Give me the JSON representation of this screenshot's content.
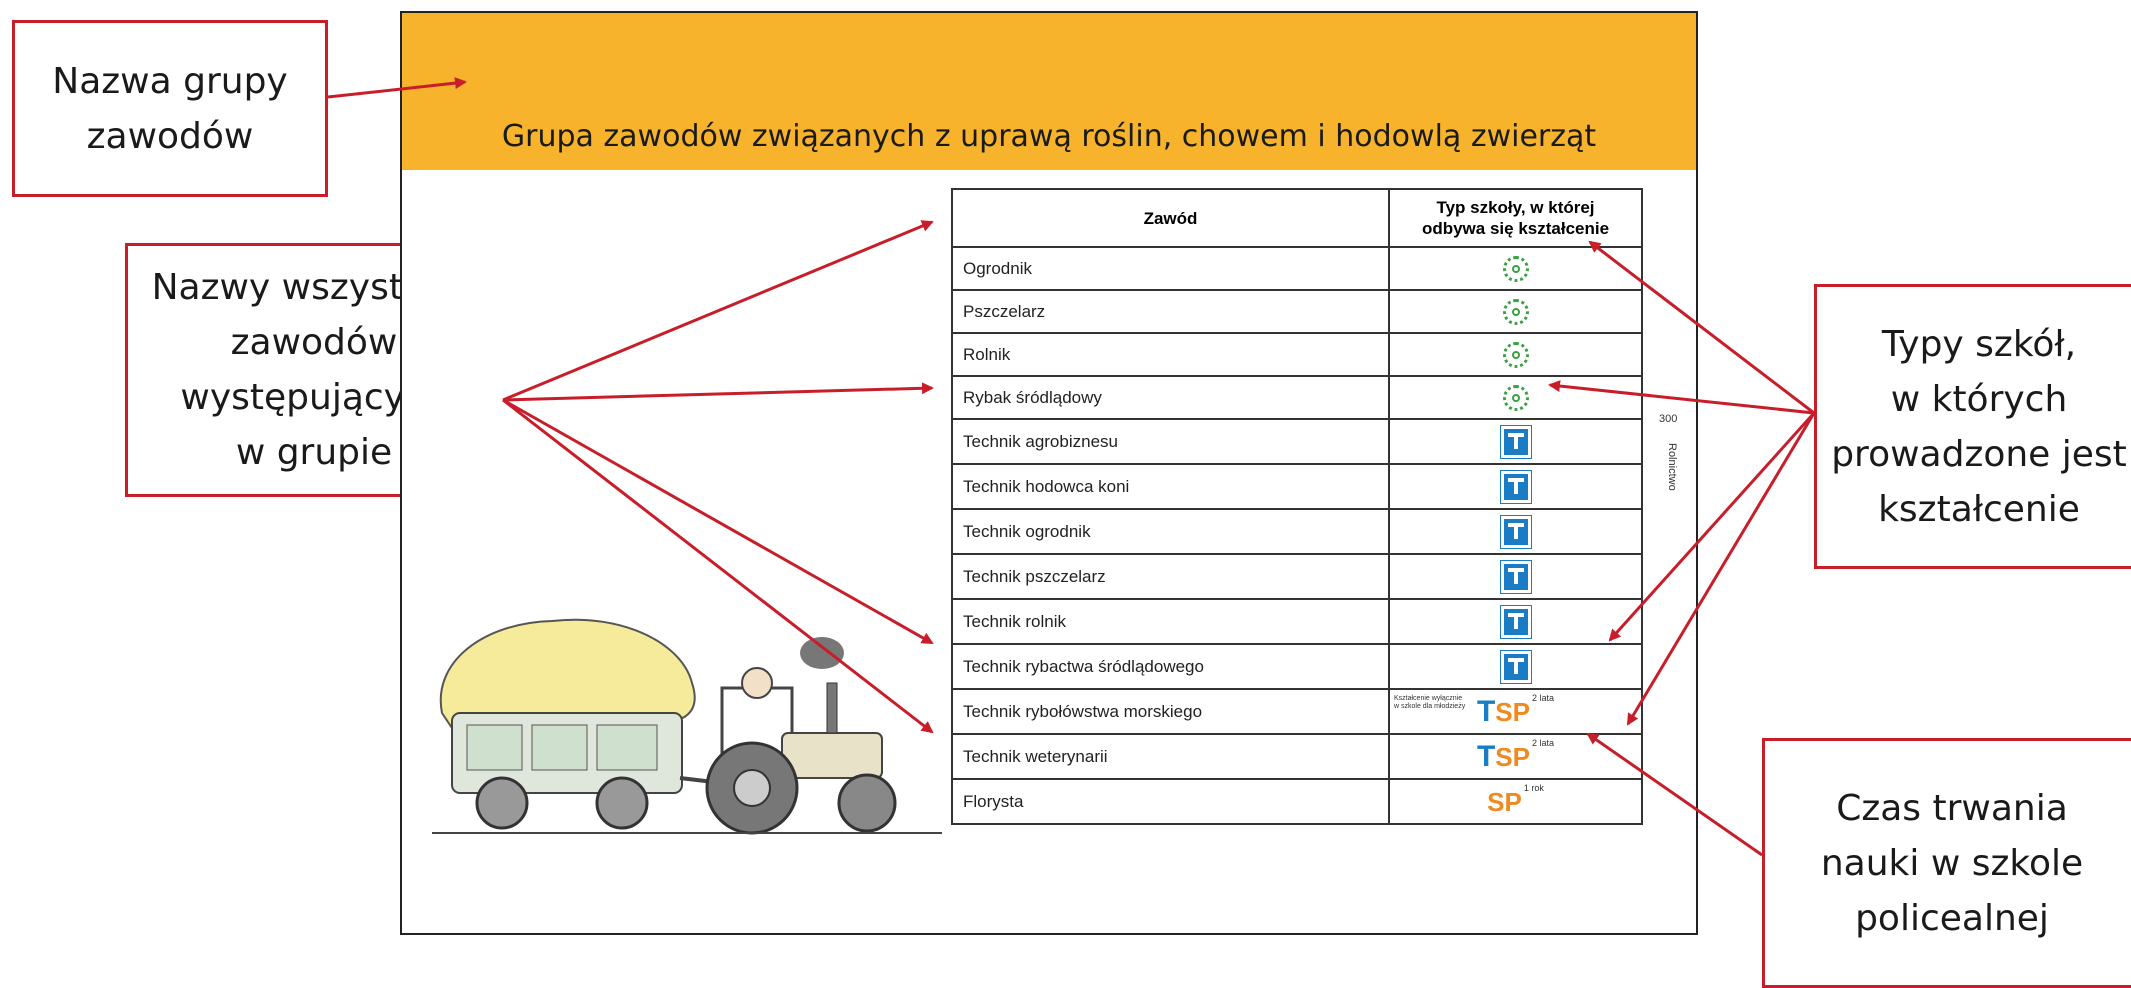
{
  "callouts": {
    "group_name": [
      "Nazwa grupy",
      "zawodów"
    ],
    "all_professions": [
      "Nazwy wszystkich",
      "zawodów",
      "występujących",
      "w grupie"
    ],
    "school_types": [
      "Typy szkół,",
      "w których",
      "prowadzone jest",
      "kształcenie"
    ],
    "duration": [
      "Czas trwania",
      "nauki w szkole",
      "policealnej"
    ]
  },
  "banner": {
    "title": "Grupa zawodów związanych z uprawą roślin, chowem i hodowlą zwierząt",
    "color": "#f7b32b"
  },
  "table": {
    "header_profession": "Zawód",
    "header_school_type": [
      "Typ szkoły, w której",
      "odbywa się kształcenie"
    ],
    "rows": [
      {
        "name": "Ogrodnik",
        "type": "gear-icon"
      },
      {
        "name": "Pszczelarz",
        "type": "gear-icon"
      },
      {
        "name": "Rolnik",
        "type": "gear-icon"
      },
      {
        "name": "Rybak śródlądowy",
        "type": "gear-icon"
      },
      {
        "name": "Technik agrobiznesu",
        "type": "technikum-icon"
      },
      {
        "name": "Technik hodowca koni",
        "type": "technikum-icon"
      },
      {
        "name": "Technik ogrodnik",
        "type": "technikum-icon"
      },
      {
        "name": "Technik pszczelarz",
        "type": "technikum-icon"
      },
      {
        "name": "Technik rolnik",
        "type": "technikum-icon"
      },
      {
        "name": "Technik rybactwa śródlądowego",
        "type": "technikum-icon"
      },
      {
        "name": "Technik rybołówstwa morskiego",
        "type": "tsp-icon",
        "duration": "2 lata",
        "note": "Kształcenie wyłącznie w szkole dla młodzieży"
      },
      {
        "name": "Technik weterynarii",
        "type": "tsp-icon",
        "duration": "2 lata"
      },
      {
        "name": "Florysta",
        "type": "sp-icon",
        "duration": "1 rok"
      }
    ]
  },
  "side_label": {
    "number": "300",
    "text": "Rolnictwo"
  },
  "colors": {
    "arrow": "#c81e2a",
    "technikum": "#1a7cc4",
    "policealna": "#f08a1e",
    "branzowa": "#3aa043"
  }
}
